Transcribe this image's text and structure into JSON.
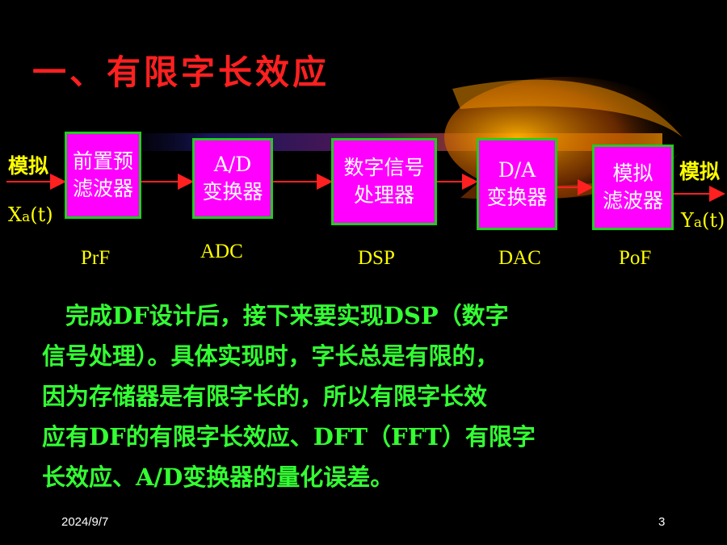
{
  "title": "一、有限字长效应",
  "diagram": {
    "input_label": "模拟",
    "input_signal": {
      "main": "X",
      "sub": "a",
      "arg": "(t)"
    },
    "output_label": "模拟",
    "output_signal": {
      "main": "Y",
      "sub": "a",
      "arg": "(t)"
    },
    "blocks": [
      {
        "line1": "前置预",
        "line2": "滤波器",
        "abbr": "PrF"
      },
      {
        "line1": "A/D",
        "line2": "变换器",
        "abbr": "ADC"
      },
      {
        "line1": "数字信号",
        "line2": "处理器",
        "abbr": "DSP"
      },
      {
        "line1": "D/A",
        "line2": "变换器",
        "abbr": "DAC"
      },
      {
        "line1": "模拟",
        "line2": "滤波器",
        "abbr": "PoF"
      }
    ],
    "colors": {
      "block_fill": "#ff00ff",
      "block_border": "#22cc22",
      "arrow": "#ff2020"
    }
  },
  "paragraph": {
    "lines": [
      "　完成DF设计后，接下来要实现DSP（数字",
      "信号处理）。具体实现时，字长总是有限的，",
      "因为存储器是有限字长的，所以有限字长效",
      "应有DF的有限字长效应、DFT（FFT）有限字",
      "长效应、A/D变换器的量化误差。"
    ]
  },
  "footer": {
    "date": "2024/9/7",
    "page": "3"
  }
}
